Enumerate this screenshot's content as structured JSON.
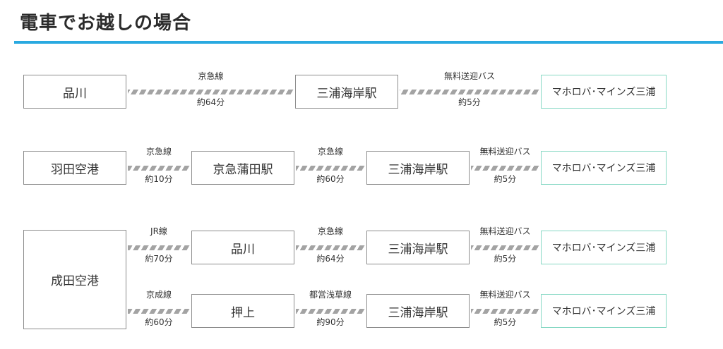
{
  "heading": "電車でお越しの場合",
  "colors": {
    "accent": "#29a9e0",
    "destination_border": "#86d8c4",
    "box_border": "#8c8c8c",
    "dash": "#a3a3a3"
  },
  "routes": [
    {
      "boxes": [
        "品川",
        "三浦海岸駅",
        "マホロバ･マインズ三浦"
      ],
      "links": [
        {
          "line": "京急線",
          "time": "約64分"
        },
        {
          "line": "無料送迎バス",
          "time": "約5分"
        }
      ]
    },
    {
      "boxes": [
        "羽田空港",
        "京急蒲田駅",
        "三浦海岸駅",
        "マホロバ･マインズ三浦"
      ],
      "links": [
        {
          "line": "京急線",
          "time": "約10分"
        },
        {
          "line": "京急線",
          "time": "約60分"
        },
        {
          "line": "無料送迎バス",
          "time": "約5分"
        }
      ]
    },
    {
      "origin": "成田空港",
      "branches": [
        {
          "boxes": [
            "品川",
            "三浦海岸駅",
            "マホロバ･マインズ三浦"
          ],
          "links": [
            {
              "line": "JR線",
              "time": "約70分"
            },
            {
              "line": "京急線",
              "time": "約64分"
            },
            {
              "line": "無料送迎バス",
              "time": "約5分"
            }
          ]
        },
        {
          "boxes": [
            "押上",
            "三浦海岸駅",
            "マホロバ･マインズ三浦"
          ],
          "links": [
            {
              "line": "京成線",
              "time": "約60分"
            },
            {
              "line": "都営浅草線",
              "time": "約90分"
            },
            {
              "line": "無料送迎バス",
              "time": "約5分"
            }
          ]
        }
      ]
    }
  ]
}
